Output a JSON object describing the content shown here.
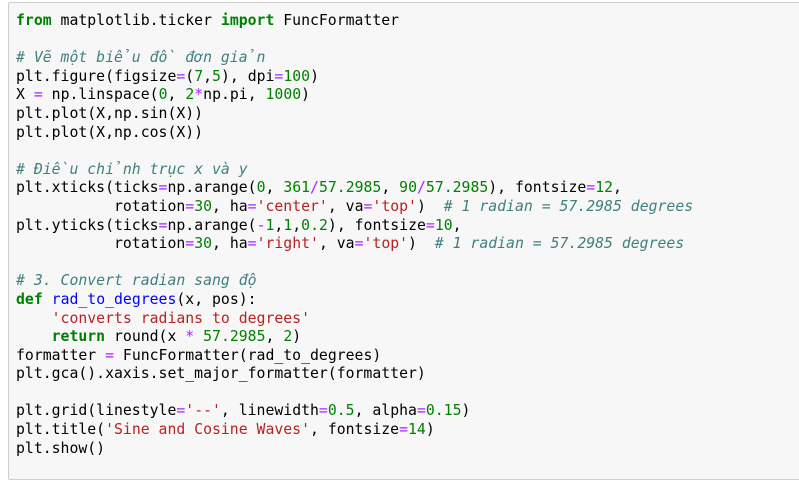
{
  "cell": {
    "lines": [
      [
        {
          "t": "from",
          "c": "kw"
        },
        {
          "t": " matplotlib.ticker "
        },
        {
          "t": "import",
          "c": "kw"
        },
        {
          "t": " FuncFormatter"
        }
      ],
      [],
      [
        {
          "t": "# Vẽ một biểu đồ đơn giản",
          "c": "cm"
        }
      ],
      [
        {
          "t": "plt.figure(figsize"
        },
        {
          "t": "=",
          "c": "op"
        },
        {
          "t": "("
        },
        {
          "t": "7",
          "c": "nu"
        },
        {
          "t": ","
        },
        {
          "t": "5",
          "c": "nu"
        },
        {
          "t": "), dpi"
        },
        {
          "t": "=",
          "c": "op"
        },
        {
          "t": "100",
          "c": "nu"
        },
        {
          "t": ")"
        }
      ],
      [
        {
          "t": "X "
        },
        {
          "t": "=",
          "c": "op"
        },
        {
          "t": " np.linspace("
        },
        {
          "t": "0",
          "c": "nu"
        },
        {
          "t": ", "
        },
        {
          "t": "2",
          "c": "nu"
        },
        {
          "t": "*",
          "c": "op"
        },
        {
          "t": "np.pi, "
        },
        {
          "t": "1000",
          "c": "nu"
        },
        {
          "t": ")"
        }
      ],
      [
        {
          "t": "plt.plot(X,np.sin(X))"
        }
      ],
      [
        {
          "t": "plt.plot(X,np.cos(X))"
        }
      ],
      [],
      [
        {
          "t": "# Điều chỉnh trục x và y",
          "c": "cm"
        }
      ],
      [
        {
          "t": "plt.xticks(ticks"
        },
        {
          "t": "=",
          "c": "op"
        },
        {
          "t": "np.arange("
        },
        {
          "t": "0",
          "c": "nu"
        },
        {
          "t": ", "
        },
        {
          "t": "361",
          "c": "nu"
        },
        {
          "t": "/",
          "c": "op"
        },
        {
          "t": "57.2985",
          "c": "nu"
        },
        {
          "t": ", "
        },
        {
          "t": "90",
          "c": "nu"
        },
        {
          "t": "/",
          "c": "op"
        },
        {
          "t": "57.2985",
          "c": "nu"
        },
        {
          "t": "), fontsize"
        },
        {
          "t": "=",
          "c": "op"
        },
        {
          "t": "12",
          "c": "nu"
        },
        {
          "t": ","
        }
      ],
      [
        {
          "t": "           rotation"
        },
        {
          "t": "=",
          "c": "op"
        },
        {
          "t": "30",
          "c": "nu"
        },
        {
          "t": ", ha"
        },
        {
          "t": "=",
          "c": "op"
        },
        {
          "t": "'center'",
          "c": "st"
        },
        {
          "t": ", va"
        },
        {
          "t": "=",
          "c": "op"
        },
        {
          "t": "'top'",
          "c": "st"
        },
        {
          "t": ")  "
        },
        {
          "t": "# 1 radian = 57.2985 degrees",
          "c": "cm"
        }
      ],
      [
        {
          "t": "plt.yticks(ticks"
        },
        {
          "t": "=",
          "c": "op"
        },
        {
          "t": "np.arange("
        },
        {
          "t": "-",
          "c": "op"
        },
        {
          "t": "1",
          "c": "nu"
        },
        {
          "t": ","
        },
        {
          "t": "1",
          "c": "nu"
        },
        {
          "t": ","
        },
        {
          "t": "0.2",
          "c": "nu"
        },
        {
          "t": "), fontsize"
        },
        {
          "t": "=",
          "c": "op"
        },
        {
          "t": "10",
          "c": "nu"
        },
        {
          "t": ","
        }
      ],
      [
        {
          "t": "           rotation"
        },
        {
          "t": "=",
          "c": "op"
        },
        {
          "t": "30",
          "c": "nu"
        },
        {
          "t": ", ha"
        },
        {
          "t": "=",
          "c": "op"
        },
        {
          "t": "'right'",
          "c": "st"
        },
        {
          "t": ", va"
        },
        {
          "t": "=",
          "c": "op"
        },
        {
          "t": "'top'",
          "c": "st"
        },
        {
          "t": ")  "
        },
        {
          "t": "# 1 radian = 57.2985 degrees",
          "c": "cm"
        }
      ],
      [],
      [
        {
          "t": "# 3. Convert radian sang độ",
          "c": "cm"
        }
      ],
      [
        {
          "t": "def",
          "c": "kw"
        },
        {
          "t": " "
        },
        {
          "t": "rad_to_degrees",
          "c": "fn"
        },
        {
          "t": "(x, pos):"
        }
      ],
      [
        {
          "t": "    "
        },
        {
          "t": "'converts radians to degrees'",
          "c": "st"
        }
      ],
      [
        {
          "t": "    "
        },
        {
          "t": "return",
          "c": "kw"
        },
        {
          "t": " round(x "
        },
        {
          "t": "*",
          "c": "op"
        },
        {
          "t": " "
        },
        {
          "t": "57.2985",
          "c": "nu"
        },
        {
          "t": ", "
        },
        {
          "t": "2",
          "c": "nu"
        },
        {
          "t": ")"
        }
      ],
      [
        {
          "t": "formatter "
        },
        {
          "t": "=",
          "c": "op"
        },
        {
          "t": " FuncFormatter(rad_to_degrees)"
        }
      ],
      [
        {
          "t": "plt.gca().xaxis.set_major_formatter(formatter)"
        }
      ],
      [],
      [
        {
          "t": "plt.grid(linestyle"
        },
        {
          "t": "=",
          "c": "op"
        },
        {
          "t": "'--'",
          "c": "st"
        },
        {
          "t": ", linewidth"
        },
        {
          "t": "=",
          "c": "op"
        },
        {
          "t": "0.5",
          "c": "nu"
        },
        {
          "t": ", alpha"
        },
        {
          "t": "=",
          "c": "op"
        },
        {
          "t": "0.15",
          "c": "nu"
        },
        {
          "t": ")"
        }
      ],
      [
        {
          "t": "plt.title("
        },
        {
          "t": "'Sine and Cosine Waves'",
          "c": "st"
        },
        {
          "t": ", fontsize"
        },
        {
          "t": "=",
          "c": "op"
        },
        {
          "t": "14",
          "c": "nu"
        },
        {
          "t": ")"
        }
      ],
      [
        {
          "t": "plt.show()"
        }
      ]
    ]
  }
}
